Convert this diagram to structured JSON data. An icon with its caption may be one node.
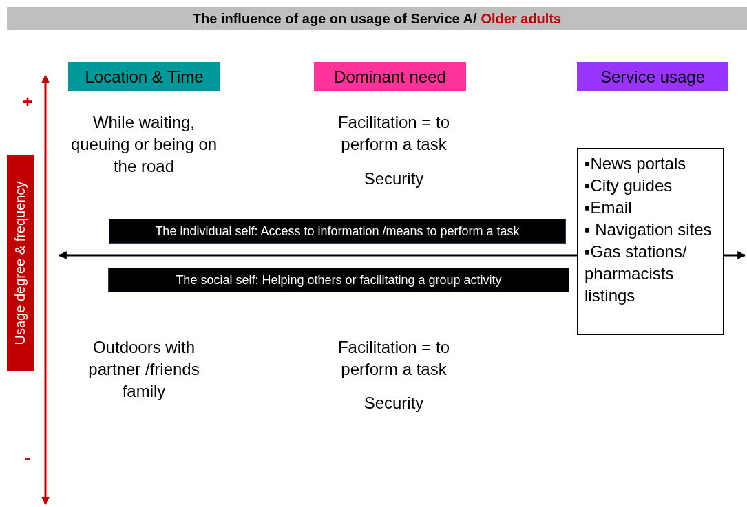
{
  "diagram": {
    "nodes": [
      {
        "text": [
          "The influence of age on usage of Service A/",
          "Older adults"
        ]
      },
      {
        "text": [
          "Location & Time"
        ]
      },
      {
        "text": [
          "Dominant need"
        ]
      },
      {
        "text": [
          "Service usage"
        ]
      },
      {
        "text": [
          "Usage degree & frequency"
        ]
      },
      {
        "text": [
          "The individual self: Access to information /means to perform a task"
        ]
      },
      {
        "text": [
          "The social self: Helping others or facilitating a group activity"
        ]
      },
      {
        "text": [
          "▪News portals",
          "▪City guides",
          "▪Email",
          "▪ Navigation sites",
          "▪Gas stations/ pharmacists listings"
        ]
      }
    ],
    "labels": [
      "+",
      "While waiting, queuing or being on the road",
      "Facilitation = to perform a task",
      "Security",
      "Outdoors with partner /friends family",
      "Facilitation = to perform a task",
      "Security",
      "-"
    ]
  }
}
